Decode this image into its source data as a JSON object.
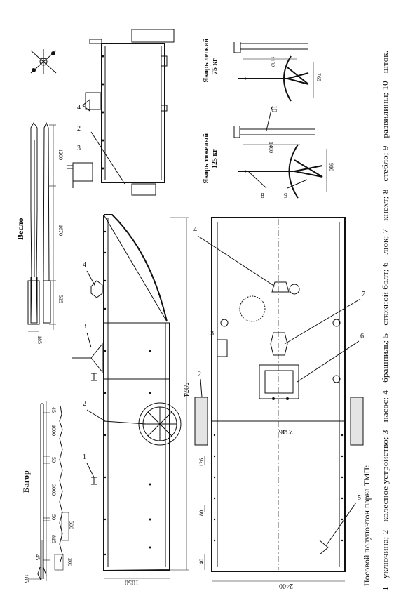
{
  "title": "Носовой полупонтон парка ТМП:",
  "legend": "1 - уключина; 2 - колесное устройство; 3 - насос; 4 - брашпиль; 5 - стяжной болт; 6 - люк; 7 - кнехт; 8 - стебло; 9 - развилины; 10 - шток.",
  "bagor": {
    "label": "Багор",
    "dims": [
      "45",
      "1000",
      "50",
      "3000",
      "50",
      "815",
      "500",
      "45",
      "300",
      "185"
    ]
  },
  "veslo": {
    "label": "Весло",
    "dims": [
      "185",
      "535",
      "1670",
      "1200"
    ]
  },
  "anchor_light": {
    "label": "Якорь легкий",
    "mass": "75 кг",
    "width": "1182",
    "height": "765"
  },
  "anchor_heavy": {
    "label": "Якорь тяжелый",
    "mass": "125 кг",
    "width": "1400",
    "height": "910"
  },
  "side_view": {
    "length": "5974",
    "height": "1050"
  },
  "plan_view": {
    "width": "2400",
    "wheel_track": "2346",
    "dims": [
      "126",
      "80",
      "40"
    ]
  },
  "callouts": [
    "1",
    "2",
    "3",
    "4",
    "5",
    "6",
    "7",
    "8",
    "9",
    "10"
  ]
}
